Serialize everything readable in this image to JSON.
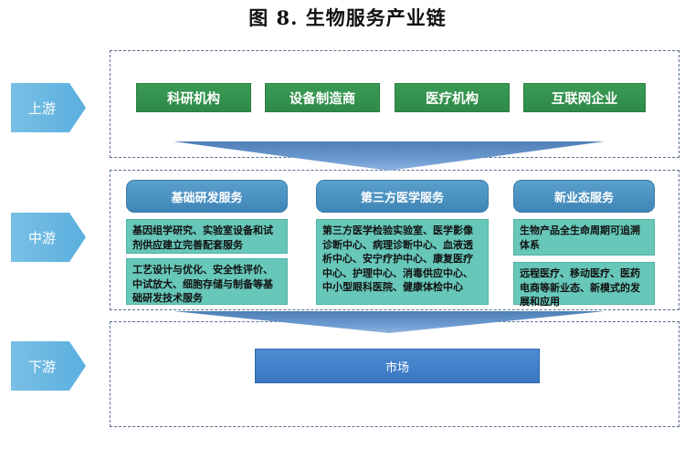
{
  "title": "图 8. 生物服务产业链",
  "stages": {
    "upstream": "上游",
    "midstream": "中游",
    "downstream": "下游"
  },
  "upstream_boxes": [
    "科研机构",
    "设备制造商",
    "医疗机构",
    "互联网企业"
  ],
  "midstream": {
    "columns": [
      {
        "header": "基础研发服务",
        "items": [
          "基因组学研究、实验室设备和试剂供应建立完善配套服务",
          "工艺设计与优化、安全性评价、中试放大、细胞存储与制备等基础研发技术服务"
        ]
      },
      {
        "header": "第三方医学服务",
        "items": [
          "第三方医学检验实验室、医学影像诊断中心、病理诊断中心、血液透析中心、安宁疗护中心、康复医疗中心、护理中心、消毒供应中心、中小型眼科医院、健康体检中心"
        ]
      },
      {
        "header": "新业态服务",
        "items": [
          "生物产品全生命周期可追溯体系",
          "远程医疗、移动医疗、医药电商等新业态、新模式的发展和应用"
        ]
      }
    ]
  },
  "downstream_box": "市场",
  "colors": {
    "stage_arrow": "#5ab0de",
    "upstream_box": "#2e8a47",
    "mid_header": "#4a90c2",
    "mid_item": "#67c7b9",
    "funnel": "#5b8cc6",
    "market": "#3f7fc7"
  }
}
